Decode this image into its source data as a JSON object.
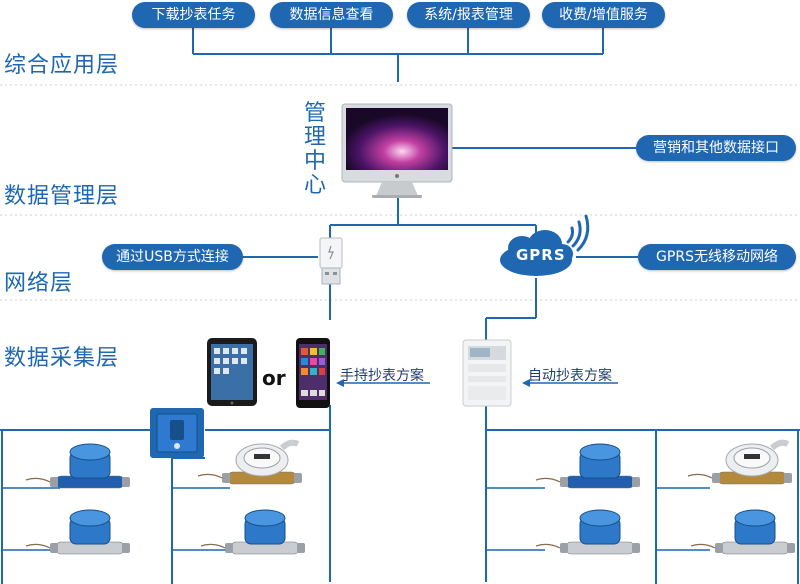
{
  "top_buttons": [
    "下载抄表任务",
    "数据信息查看",
    "系统/报表管理",
    "收费/增值服务"
  ],
  "layers": {
    "application": "综合应用层",
    "management": "数据管理层",
    "network": "网络层",
    "collection": "数据采集层"
  },
  "management_center": [
    "管",
    "理",
    "中",
    "心"
  ],
  "interface_button": "营销和其他数据接口",
  "usb_button": "通过USB方式连接",
  "gprs_button": "GPRS无线移动网络",
  "gprs_cloud": "GPRS",
  "or_text": "or",
  "handheld_label": "手持抄表方案",
  "auto_label": "自动抄表方案",
  "colors": {
    "accent": "#1f67b1",
    "line": "#1f67b1",
    "divider": "#cfcfcf"
  },
  "icons": [
    "imac-monitor-icon",
    "usb-plug-icon",
    "gprs-cloud-icon",
    "wifi-signal-icon",
    "tablet-icon",
    "smartphone-icon",
    "meter-reader-icon",
    "collector-box-icon",
    "water-meter-icon"
  ]
}
